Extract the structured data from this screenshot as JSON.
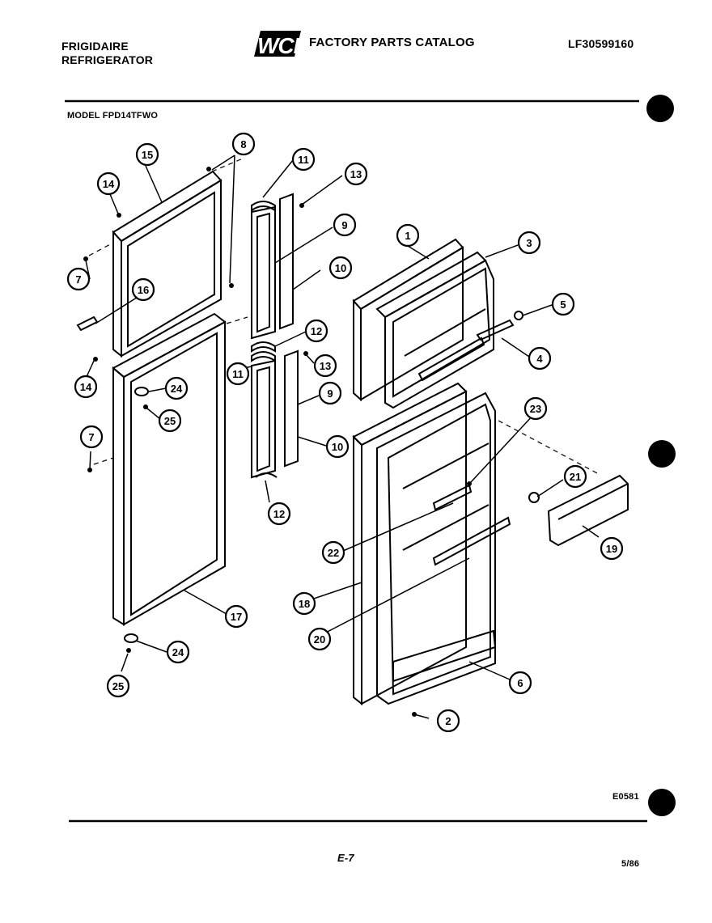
{
  "header": {
    "brand_line1": "FRIGIDAIRE",
    "brand_line2": "REFRIGERATOR",
    "logo_text": "WCI",
    "catalog_title": "FACTORY PARTS CATALOG",
    "catalog_number": "LF30599160"
  },
  "model": "MODEL FPD14TFWO",
  "footer": {
    "diagram_code": "E0581",
    "page_number": "E-7",
    "date": "5/86"
  },
  "callouts": [
    "1",
    "2",
    "3",
    "4",
    "5",
    "6",
    "7",
    "8",
    "9",
    "10",
    "11",
    "12",
    "13",
    "14",
    "15",
    "16",
    "17",
    "18",
    "19",
    "20",
    "21",
    "22",
    "23",
    "24",
    "25"
  ]
}
